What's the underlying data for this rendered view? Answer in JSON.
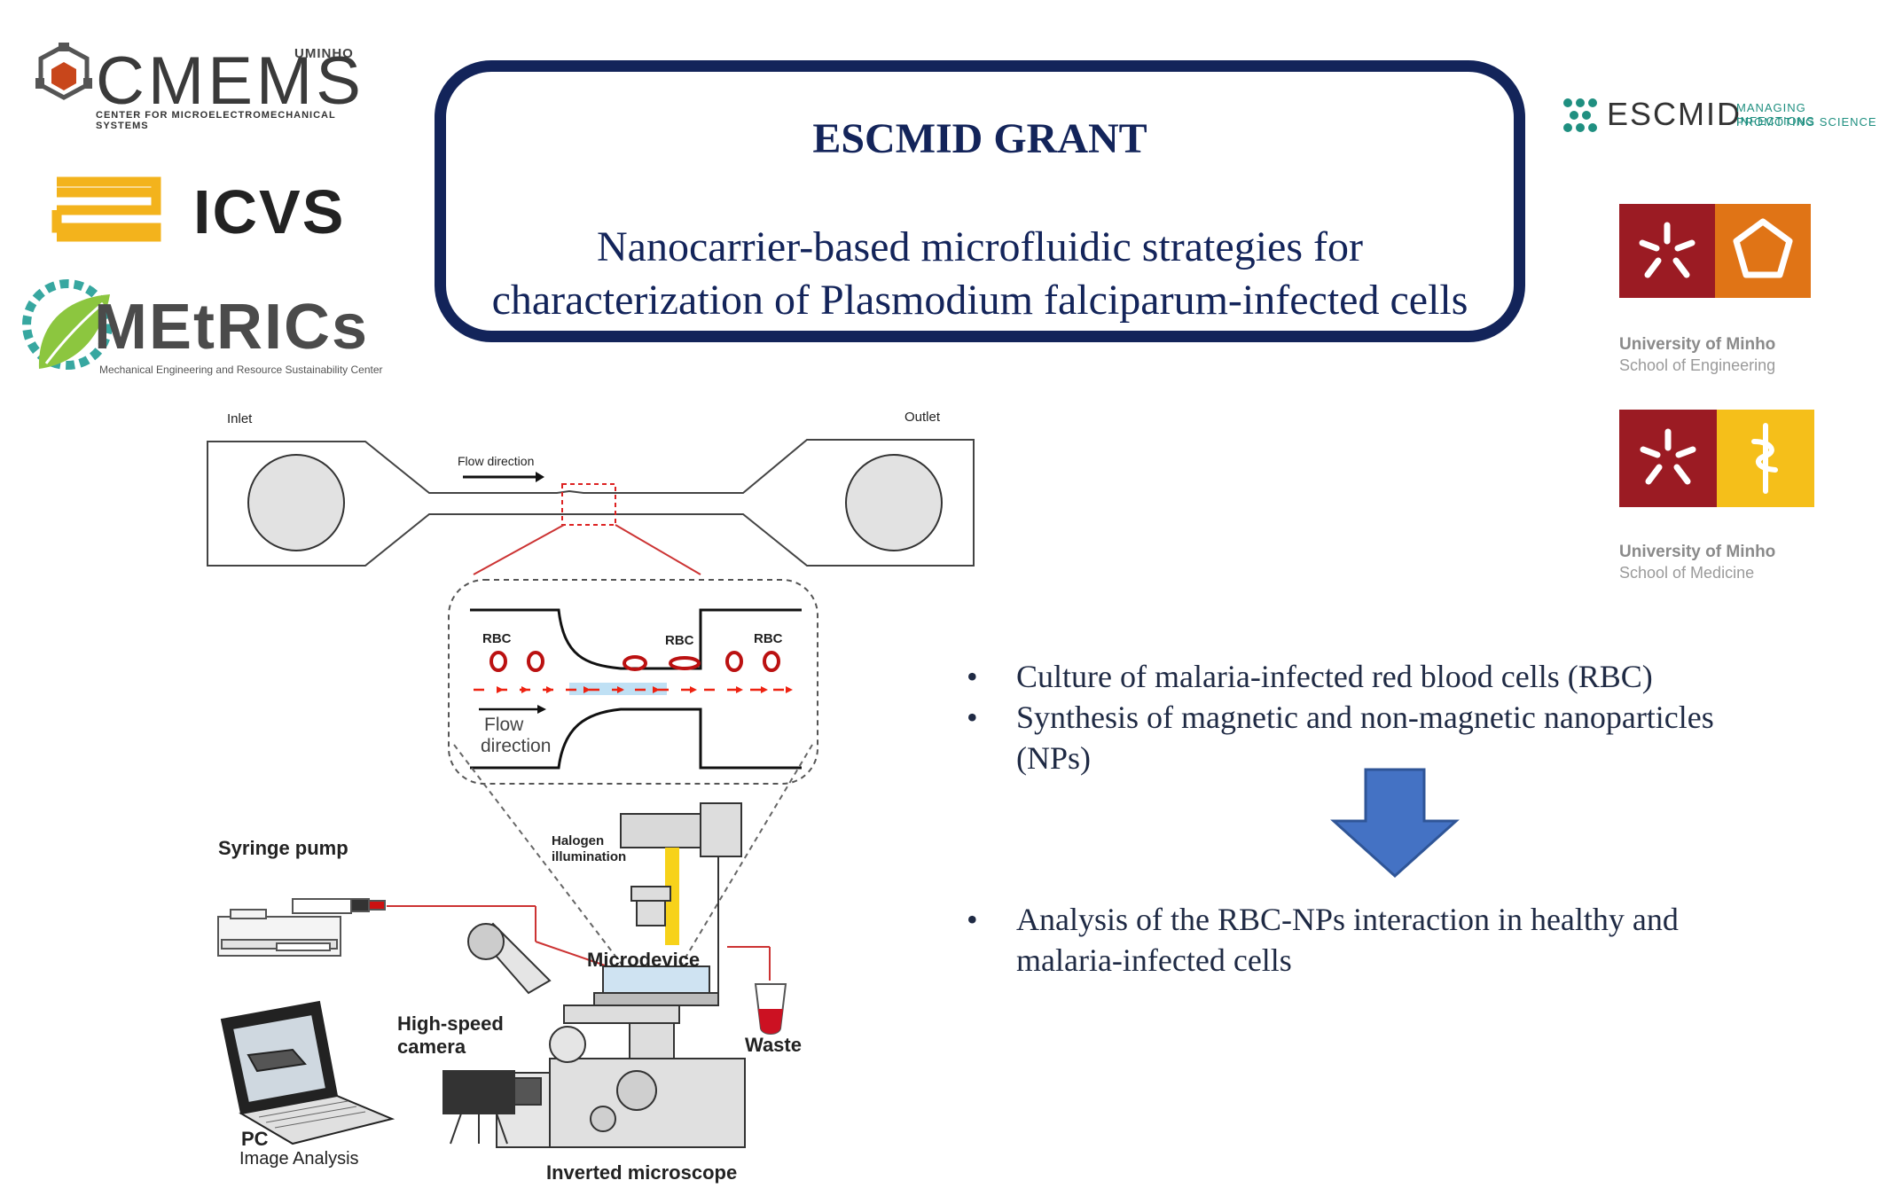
{
  "title": {
    "main": "ESCMID GRANT",
    "sub_line1": "Nanocarrier-based microfluidic strategies for",
    "sub_line2": "characterization of Plasmodium falciparum-infected cells"
  },
  "logos": {
    "cmems": {
      "top": "UMINHO",
      "name": "CMEMS",
      "caption": "CENTER FOR MICROELECTROMECHANICAL SYSTEMS"
    },
    "icvs": {
      "name": "ICVS"
    },
    "metrics": {
      "name": "MEtRICs",
      "caption": "Mechanical Engineering and Resource Sustainability Center"
    },
    "escmid": {
      "name": "ESCMID",
      "tag_line1": "MANAGING INFECTIONS",
      "tag_line2": "PROMOTING SCIENCE"
    },
    "uminho_eng": {
      "line1": "University of Minho",
      "line2": "School of Engineering"
    },
    "uminho_med": {
      "line1": "University of Minho",
      "line2": "School of Medicine"
    }
  },
  "colors": {
    "navy": "#13245a",
    "uminho_red": "#9b1b23",
    "eng_orange": "#e07416",
    "med_yellow": "#f5bf1a",
    "arrow_blue": "#4472c4",
    "escmid_teal": "#1f8f80"
  },
  "diagram": {
    "inlet": "Inlet",
    "outlet": "Outlet",
    "flow_direction": "Flow direction",
    "rbc1": "RBC",
    "rbc2": "RBC",
    "rbc3": "RBC",
    "flow_line1": "Flow",
    "flow_line2": "direction",
    "syringe_pump": "Syringe pump",
    "halogen_line1": "Halogen",
    "halogen_line2": "illumination",
    "microdevice": "Microdevice",
    "waste": "Waste",
    "camera_line1": "High-speed",
    "camera_line2": "camera",
    "pc_line1": "PC",
    "pc_line2": "Image Analysis",
    "microscope": "Inverted microscope"
  },
  "bullets": {
    "b1": "Culture of malaria-infected red blood cells (RBC)",
    "b2_line1": "Synthesis of magnetic and non-magnetic nanoparticles",
    "b2_line2": "(NPs)",
    "b3_line1": "Analysis of the RBC-NPs interaction in healthy and",
    "b3_line2": "malaria-infected cells",
    "dot": "•"
  }
}
